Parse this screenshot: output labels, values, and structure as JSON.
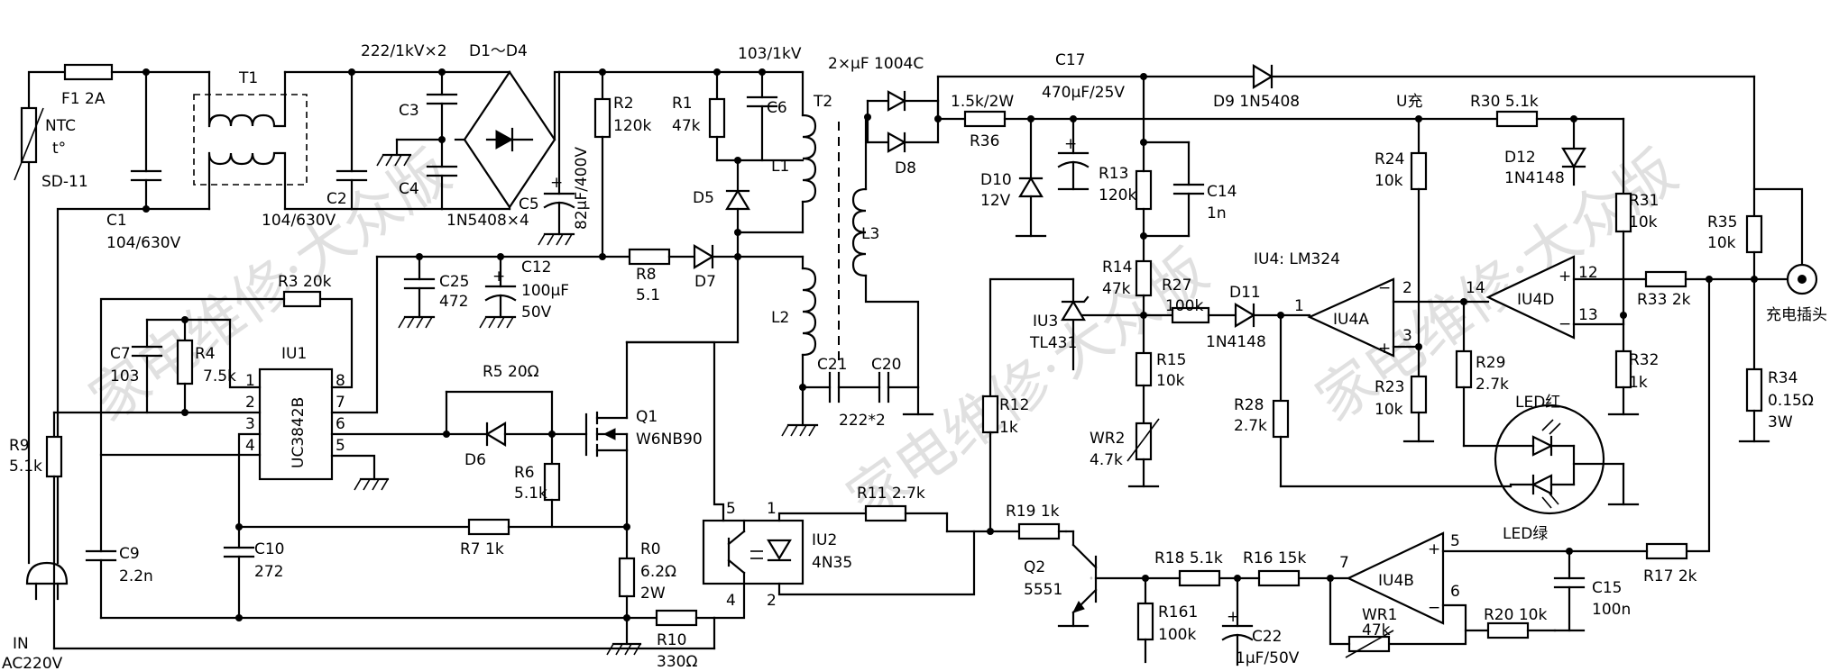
{
  "labels": {
    "in": "IN",
    "ac220v": "AC220V",
    "ntc": "NTC",
    "t_deg": "t°",
    "sd11": "SD-11",
    "f1": "F1 2A",
    "t1": "T1",
    "c1": "C1",
    "c1v": "104/630V",
    "c2": "C2",
    "c2v": "104/630V",
    "c3": "C3",
    "c4": "C4",
    "c34v": "222/1kV×2",
    "d1d4": "D1～D4",
    "d1d4v": "1N5408×4",
    "c5": "C5",
    "c5v": "82μF/400V",
    "r2": "R2",
    "r2v": "120k",
    "r1": "R1",
    "r1v": "47k",
    "c6": "C6",
    "c6v": "103/1kV",
    "d5": "D5",
    "t2": "T2",
    "l1": "L1",
    "l2": "L2",
    "l3": "L3",
    "r8": "R8",
    "r8v": "5.1",
    "d7": "D7",
    "c25": "C25",
    "c25v": "472",
    "c12": "C12",
    "c12v1": "100μF",
    "c12v2": "50V",
    "r3": "R3 20k",
    "c7": "C7",
    "c7v": "103",
    "r4": "R4",
    "r4v": "7.5k",
    "iu1": "IU1",
    "uc3842b": "UC3842B",
    "r5": "R5 20Ω",
    "d6": "D6",
    "q1": "Q1",
    "q1v": "W6NB90",
    "r6": "R6",
    "r6v": "5.1k",
    "r9": "R9",
    "r9v": "5.1k",
    "r7": "R7 1k",
    "c9": "C9",
    "c9v": "2.2n",
    "c10": "C10",
    "c10v": "272",
    "r0": "R0",
    "r0v1": "6.2Ω",
    "r0v2": "2W",
    "r10": "R10",
    "r10v": "330Ω",
    "iu2": "IU2",
    "iu2v": "4N35",
    "r11": "R11 2.7k",
    "c21": "C21",
    "c20": "C20",
    "c2120v": "222*2",
    "d8c": "2×μF 1004C",
    "d8": "D8",
    "r36v": "1.5k/2W",
    "r36": "R36",
    "c17": "C17",
    "c17v": "470μF/25V",
    "d10": "D10",
    "d10v": "12V",
    "r13": "R13",
    "r13v": "120k",
    "c14": "C14",
    "c14v": "1n",
    "d9": "D9 1N5408",
    "ucharge": "U充",
    "r30": "R30 5.1k",
    "r24": "R24",
    "r24v": "10k",
    "d12": "D12",
    "d12v": "1N4148",
    "r31": "R31",
    "r31v": "10k",
    "r35": "R35",
    "r35v": "10k",
    "iu4": "IU4: LM324",
    "r14": "R14",
    "r14v": "47k",
    "r27": "R27",
    "r27v": "100k",
    "d11": "D11",
    "d11v": "1N4148",
    "iu3": "IU3",
    "iu3v": "TL431",
    "r15": "R15",
    "r15v": "10k",
    "wr2": "WR2",
    "wr2v": "4.7k",
    "iu4a": "IU4A",
    "iu4d": "IU4D",
    "r23": "R23",
    "r23v": "10k",
    "r29": "R29",
    "r29v": "2.7k",
    "r28": "R28",
    "r28v": "2.7k",
    "r33": "R33 2k",
    "r32": "R32",
    "r32v": "1k",
    "r34": "R34",
    "r34v1": "0.15Ω",
    "r34v2": "3W",
    "plug": "充电插头",
    "led_red": "LED红",
    "led_green": "LED绿",
    "r12": "R12",
    "r12v": "1k",
    "r19": "R19 1k",
    "q2": "Q2",
    "q2v": "5551",
    "r18": "R18 5.1k",
    "r16": "R16 15k",
    "r161": "R161",
    "r161v": "100k",
    "c22": "C22",
    "c22v": "1μF/50V",
    "wr1": "WR1",
    "wr1v": "47k",
    "iu4b": "IU4B",
    "r20": "R20 10k",
    "c15": "C15",
    "c15v": "100n",
    "r17": "R17 2k",
    "pin1": "1",
    "pin2": "2",
    "pin3": "3",
    "pin4": "4",
    "pin5": "5",
    "pin6": "6",
    "pin7": "7",
    "pin8": "8",
    "pin12": "12",
    "pin13": "13",
    "pin14": "14",
    "plus": "+",
    "minus": "−"
  },
  "watermark": "家电维修·大众版",
  "colors": {
    "ink": "#000000",
    "paper": "#ffffff",
    "watermark": "#c8c8c8"
  }
}
